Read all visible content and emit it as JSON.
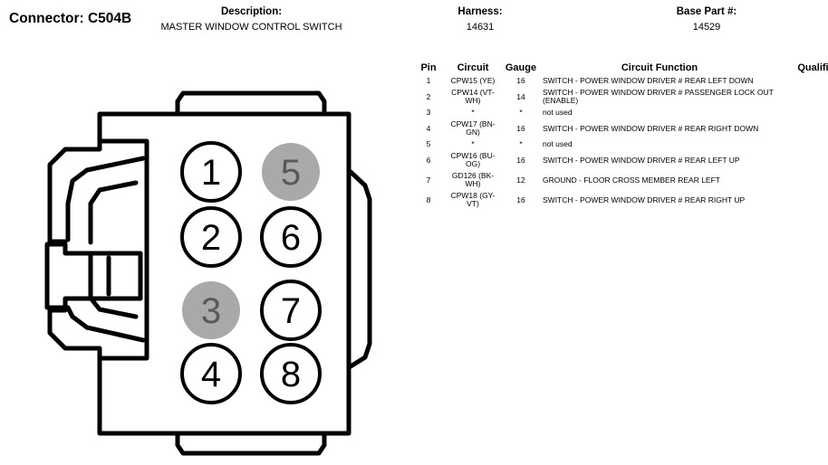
{
  "header": {
    "connector": "Connector: C504B",
    "description_label": "Description:",
    "description_value": "MASTER WINDOW CONTROL SWITCH",
    "harness_label": "Harness:",
    "harness_value": "14631",
    "base_part_label": "Base Part #:",
    "base_part_value": "14529"
  },
  "table": {
    "columns": [
      "Pin",
      "Circuit",
      "Gauge",
      "Circuit Function",
      "Qualifier"
    ],
    "rows": [
      {
        "pin": "1",
        "circuit": "CPW15 (YE)",
        "gauge": "16",
        "function": "SWITCH - POWER WINDOW DRIVER # REAR LEFT DOWN",
        "qualifier": ""
      },
      {
        "pin": "2",
        "circuit": "CPW14 (VT-WH)",
        "gauge": "14",
        "function": "SWITCH - POWER WINDOW DRIVER # PASSENGER LOCK OUT (ENABLE)",
        "qualifier": ""
      },
      {
        "pin": "3",
        "circuit": "*",
        "gauge": "*",
        "function": "not used",
        "qualifier": ""
      },
      {
        "pin": "4",
        "circuit": "CPW17 (BN-GN)",
        "gauge": "16",
        "function": "SWITCH - POWER WINDOW DRIVER # REAR RIGHT DOWN",
        "qualifier": ""
      },
      {
        "pin": "5",
        "circuit": "*",
        "gauge": "*",
        "function": "not used",
        "qualifier": ""
      },
      {
        "pin": "6",
        "circuit": "CPW16 (BU-OG)",
        "gauge": "16",
        "function": "SWITCH - POWER WINDOW DRIVER # REAR LEFT UP",
        "qualifier": ""
      },
      {
        "pin": "7",
        "circuit": "GD126 (BK-WH)",
        "gauge": "12",
        "function": "GROUND - FLOOR CROSS MEMBER REAR LEFT",
        "qualifier": ""
      },
      {
        "pin": "8",
        "circuit": "CPW18 (GY-VT)",
        "gauge": "16",
        "function": "SWITCH - POWER WINDOW DRIVER # REAR RIGHT UP",
        "qualifier": ""
      }
    ]
  },
  "connector": {
    "pins": [
      {
        "number": "1",
        "used": true
      },
      {
        "number": "2",
        "used": true
      },
      {
        "number": "3",
        "used": false
      },
      {
        "number": "4",
        "used": true
      },
      {
        "number": "5",
        "used": false
      },
      {
        "number": "6",
        "used": true
      },
      {
        "number": "7",
        "used": true
      },
      {
        "number": "8",
        "used": true
      }
    ],
    "colors": {
      "outline": "#000000",
      "used_fill": "#ffffff",
      "unused_fill": "#a9a9a9",
      "unused_text": "#595959"
    }
  }
}
